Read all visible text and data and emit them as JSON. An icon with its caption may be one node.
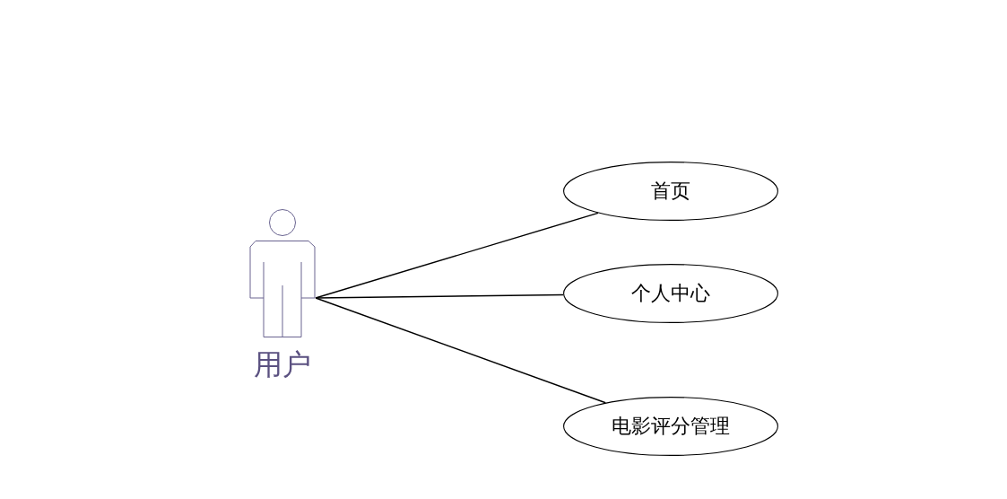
{
  "diagram": {
    "nodes": [
      {
        "text": [
          "用户"
        ]
      },
      {
        "text": [
          "首页"
        ]
      },
      {
        "text": [
          "个人中心"
        ]
      },
      {
        "text": [
          "电影评分管理"
        ]
      }
    ],
    "edges": [
      {
        "from": 0,
        "to": 1,
        "arrow": "none"
      },
      {
        "from": 0,
        "to": 2,
        "arrow": "none"
      },
      {
        "from": 0,
        "to": 3,
        "arrow": "none"
      }
    ]
  }
}
